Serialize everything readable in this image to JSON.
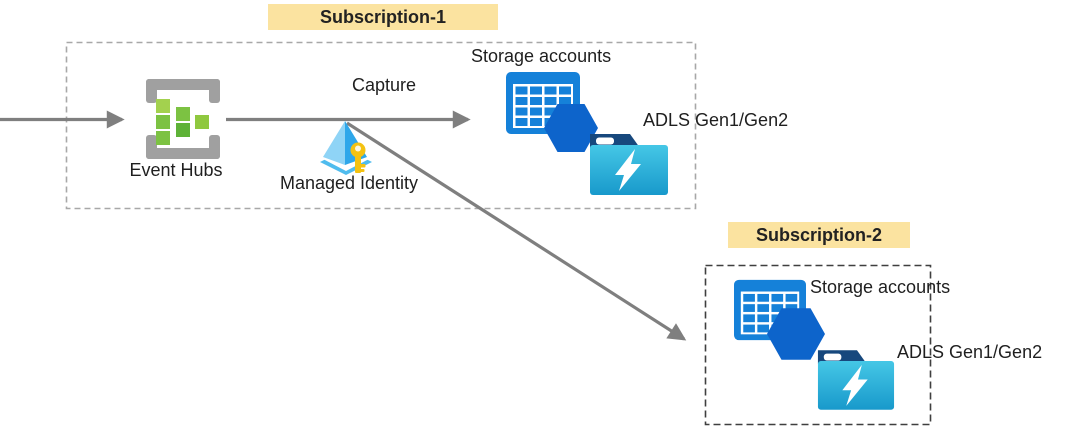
{
  "subscription1": {
    "label": "Subscription-1",
    "event_hubs_label": "Event Hubs",
    "capture_label": "Capture",
    "managed_identity_label": "Managed Identity",
    "storage_label": "Storage accounts",
    "adls_label": "ADLS Gen1/Gen2"
  },
  "subscription2": {
    "label": "Subscription-2",
    "storage_label": "Storage accounts",
    "adls_label": "ADLS Gen1/Gen2"
  },
  "icons": {
    "event_hubs": "event-hubs-icon",
    "managed_identity": "managed-identity-icon",
    "storage_accounts": "storage-accounts-icon",
    "adls": "adls-gen-icon",
    "arrows": "flow-arrow"
  },
  "colors": {
    "badge_yellow": "#fbe3a0",
    "arrow_gray": "#7f7f7f",
    "boundary1_dash": "#a8a8a8",
    "boundary2_dash": "#3f3f3f",
    "event_hubs_frame_gray": "#a0a0a0",
    "event_hubs_green_light": "#a3d14e",
    "event_hubs_green": "#7cc242",
    "storage_table_blue": "#1581d9",
    "hexagon_blue": "#0d64cb",
    "adls_cyan_top": "#45c7e6",
    "adls_cyan_bottom": "#1899cb",
    "adls_tab_navy": "#17487d",
    "identity_blue_light": "#8fd4f6",
    "identity_blue": "#2ea7ea",
    "key_gold": "#f4c211",
    "text": "#1f1f1f"
  }
}
